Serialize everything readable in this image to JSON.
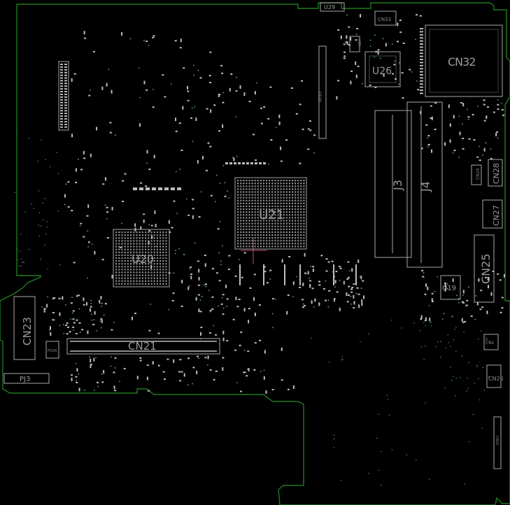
{
  "board": {
    "outline_color": "#1f7a1f",
    "silk_color": "#a8a8a8",
    "pad_color": "#bdbdbd",
    "via_color": "#5fa6a6",
    "marker_color": "#c0506e"
  },
  "labels": {
    "u29": "U29",
    "cn33": "CN33",
    "cn32": "CN32",
    "u26": "U26",
    "u27": "U27",
    "cn30": "CN30",
    "u21": "U21",
    "u20": "U20",
    "j3": "J3",
    "j4": "J4",
    "cn28": "CN28",
    "cn24": "CN24",
    "cn27": "CN27",
    "cn25": "CN25",
    "u19": "U19",
    "cn23": "CN23",
    "cn21": "CN21",
    "pq30": "PQ30",
    "pj3": "PJ3",
    "cn2": "CN2",
    "cn26": "CN26",
    "cn22": "CN22"
  }
}
